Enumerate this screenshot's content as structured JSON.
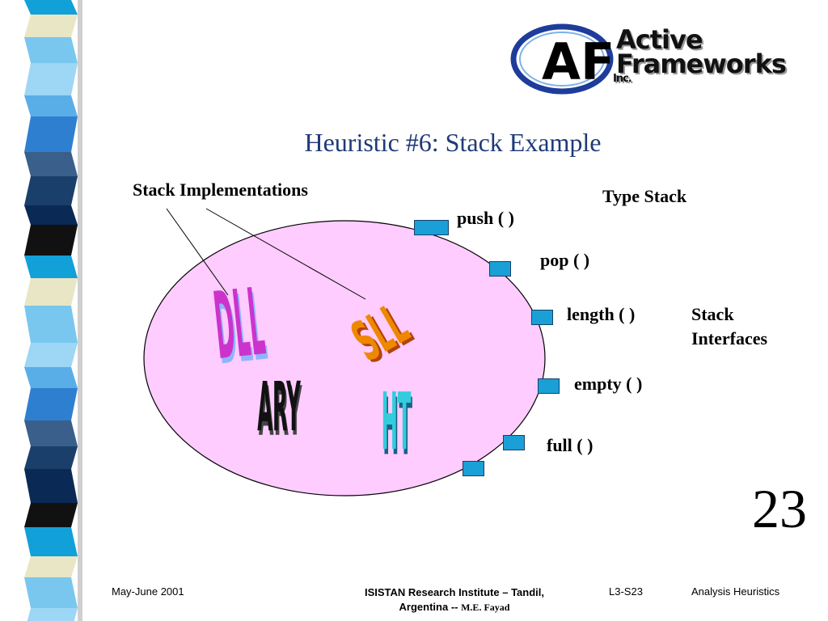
{
  "slide": {
    "title": "Heuristic #6: Stack Example",
    "page_number": "23"
  },
  "logo": {
    "mark": "AF",
    "line1": "Active",
    "line2": "Frameworks",
    "line3": "Inc."
  },
  "diagram": {
    "implementations_label": "Stack Implementations",
    "type_label": "Type Stack",
    "interfaces_label_line1": "Stack",
    "interfaces_label_line2": "Interfaces",
    "implementations": [
      "DLL",
      "SLL",
      "ARY",
      "HT"
    ],
    "methods": [
      "push ( )",
      "pop ( )",
      "length ( )",
      "empty ( )",
      "full ( )"
    ],
    "colors": {
      "ellipse_fill": "#ffccff",
      "port_fill": "#1aa0d6",
      "DLL": "#cc33cc",
      "SLL": "#ee8800",
      "ARY": "#111111",
      "HT": "#33ccdd"
    }
  },
  "footer": {
    "date": "May-June 2001",
    "institute": "ISISTAN Research Institute – Tandil,",
    "institute_line2": "Argentina --",
    "author": "M.E. Fayad",
    "slide_id": "L3-S23",
    "course": "Analysis Heuristics"
  }
}
